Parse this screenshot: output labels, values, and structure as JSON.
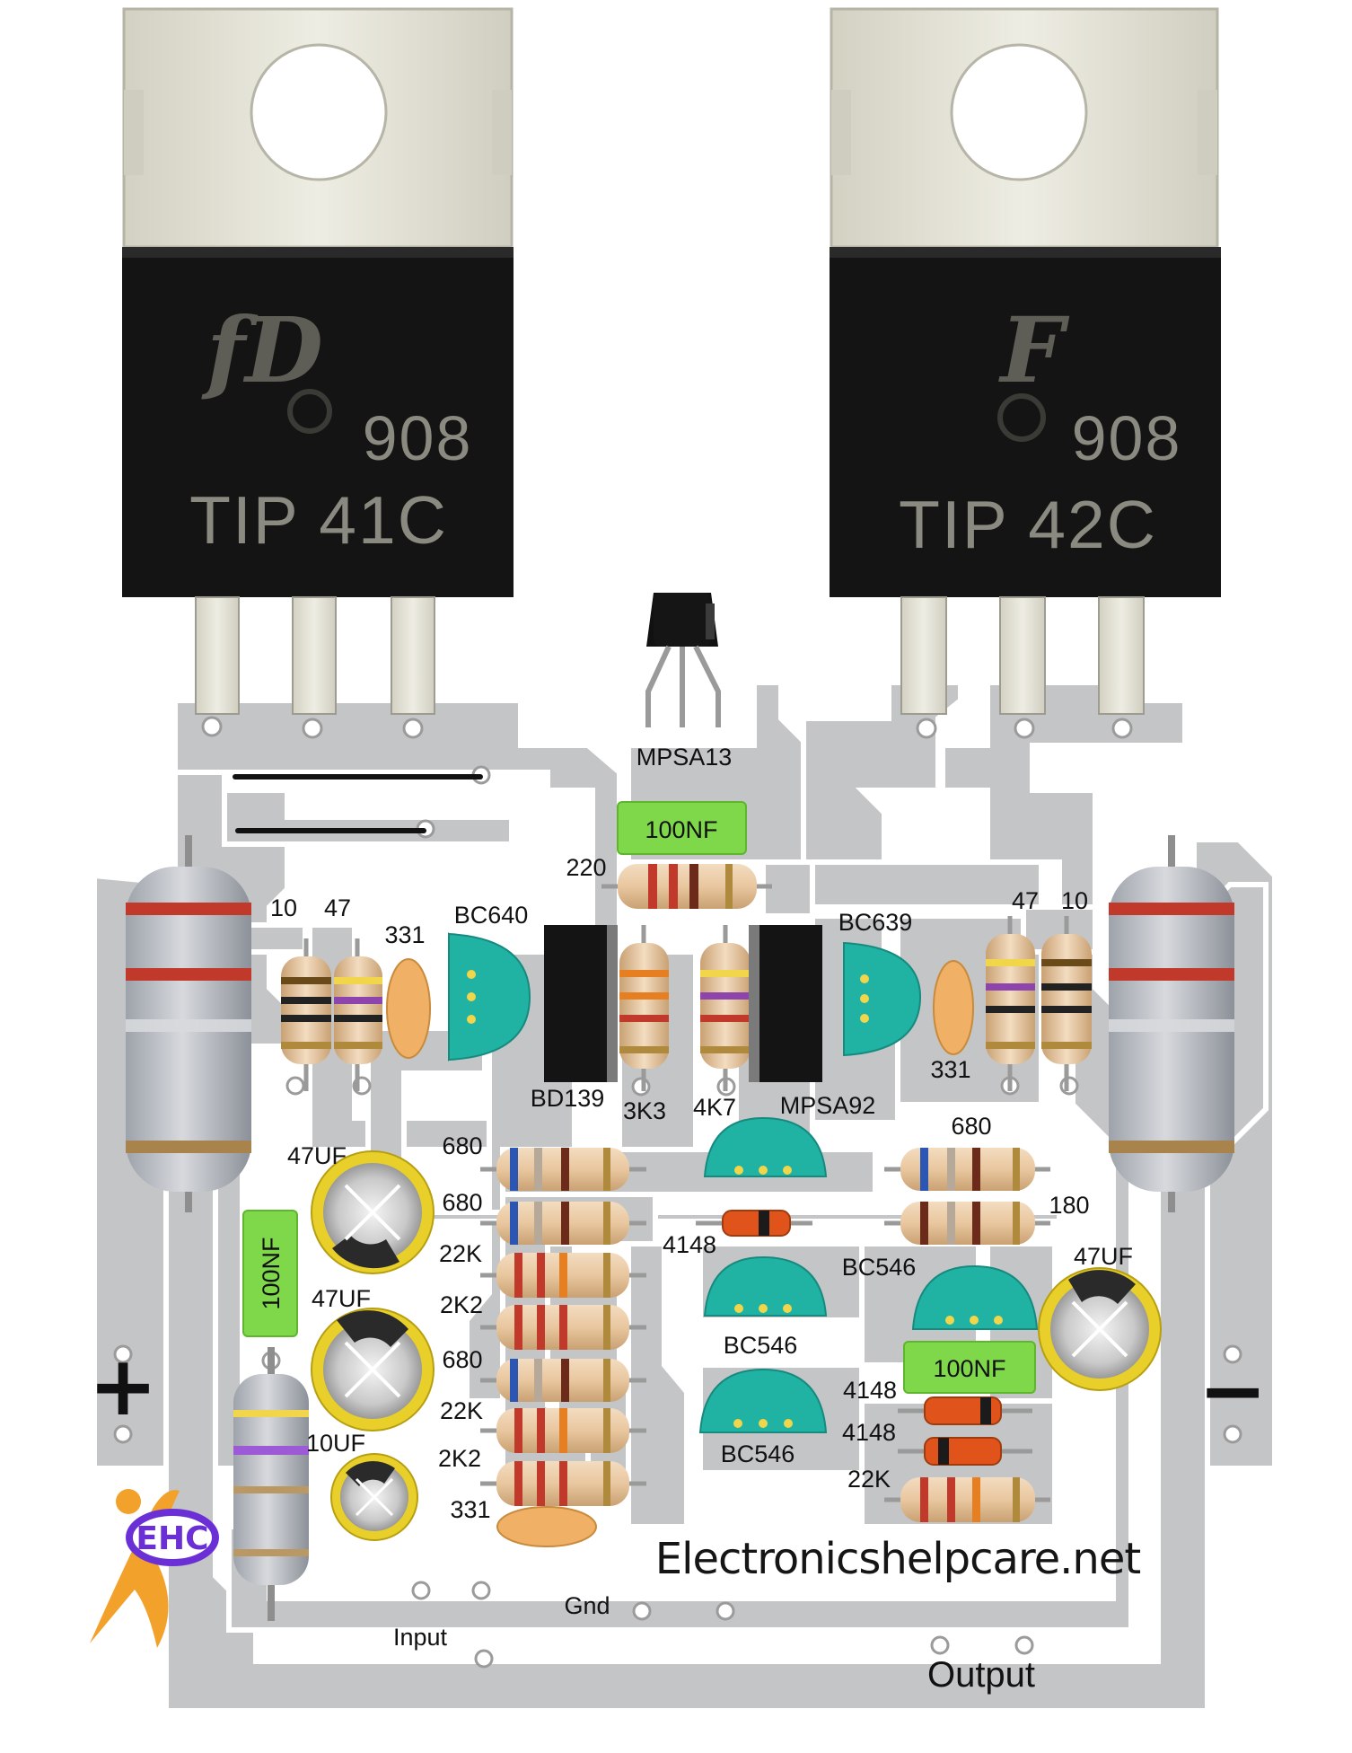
{
  "site": "Electronicshelpcare.net",
  "logo": {
    "text": "EHC",
    "colors": {
      "primary": "#6b2fd6",
      "accent": "#f2a12a"
    }
  },
  "power_transistors": [
    {
      "part": "TIP 41C",
      "code": "908"
    },
    {
      "part": "TIP 42C",
      "code": "908"
    }
  ],
  "labels": {
    "mpsa13": "MPSA13",
    "c100nf_top": "100NF",
    "r220": "220",
    "r10_left": "10",
    "r47_left": "47",
    "c331_left": "331",
    "bc640": "BC640",
    "bc639": "BC639",
    "r47_right": "47",
    "r10_right": "10",
    "c331_right": "331",
    "bd139": "BD139",
    "r3k3": "3K3",
    "r4k7": "4K7",
    "mpsa92": "MPSA92",
    "r680_a": "680",
    "r680_b": "680",
    "r680_right": "680",
    "c47uf_a": "47UF",
    "c47uf_b": "47UF",
    "c47uf_right": "47UF",
    "c100nf_left": "100NF",
    "c100nf_right": "100NF",
    "r22k_a": "22K",
    "r2k2_a": "2K2",
    "r680_c": "680",
    "r22k_b": "22K",
    "r2k2_b": "2K2",
    "c10uf": "10UF",
    "c331_bottom": "331",
    "d4148_a": "4148",
    "d4148_b": "4148",
    "d4148_c": "4148",
    "r180": "180",
    "r22k_right": "22K",
    "bc546_a": "BC546",
    "bc546_b": "BC546",
    "bc546_c": "BC546",
    "plus": "+",
    "minus": "−",
    "input": "Input",
    "gnd": "Gnd",
    "output": "Output"
  },
  "colors": {
    "pcb": "#c4c5c7",
    "trace_outline": "#ffffff",
    "heatsink_tab": "#e6e5d8",
    "transistor_body": "#141414",
    "small_transistor": "#20b3a4",
    "cap_box": "#7ed84a"
  }
}
